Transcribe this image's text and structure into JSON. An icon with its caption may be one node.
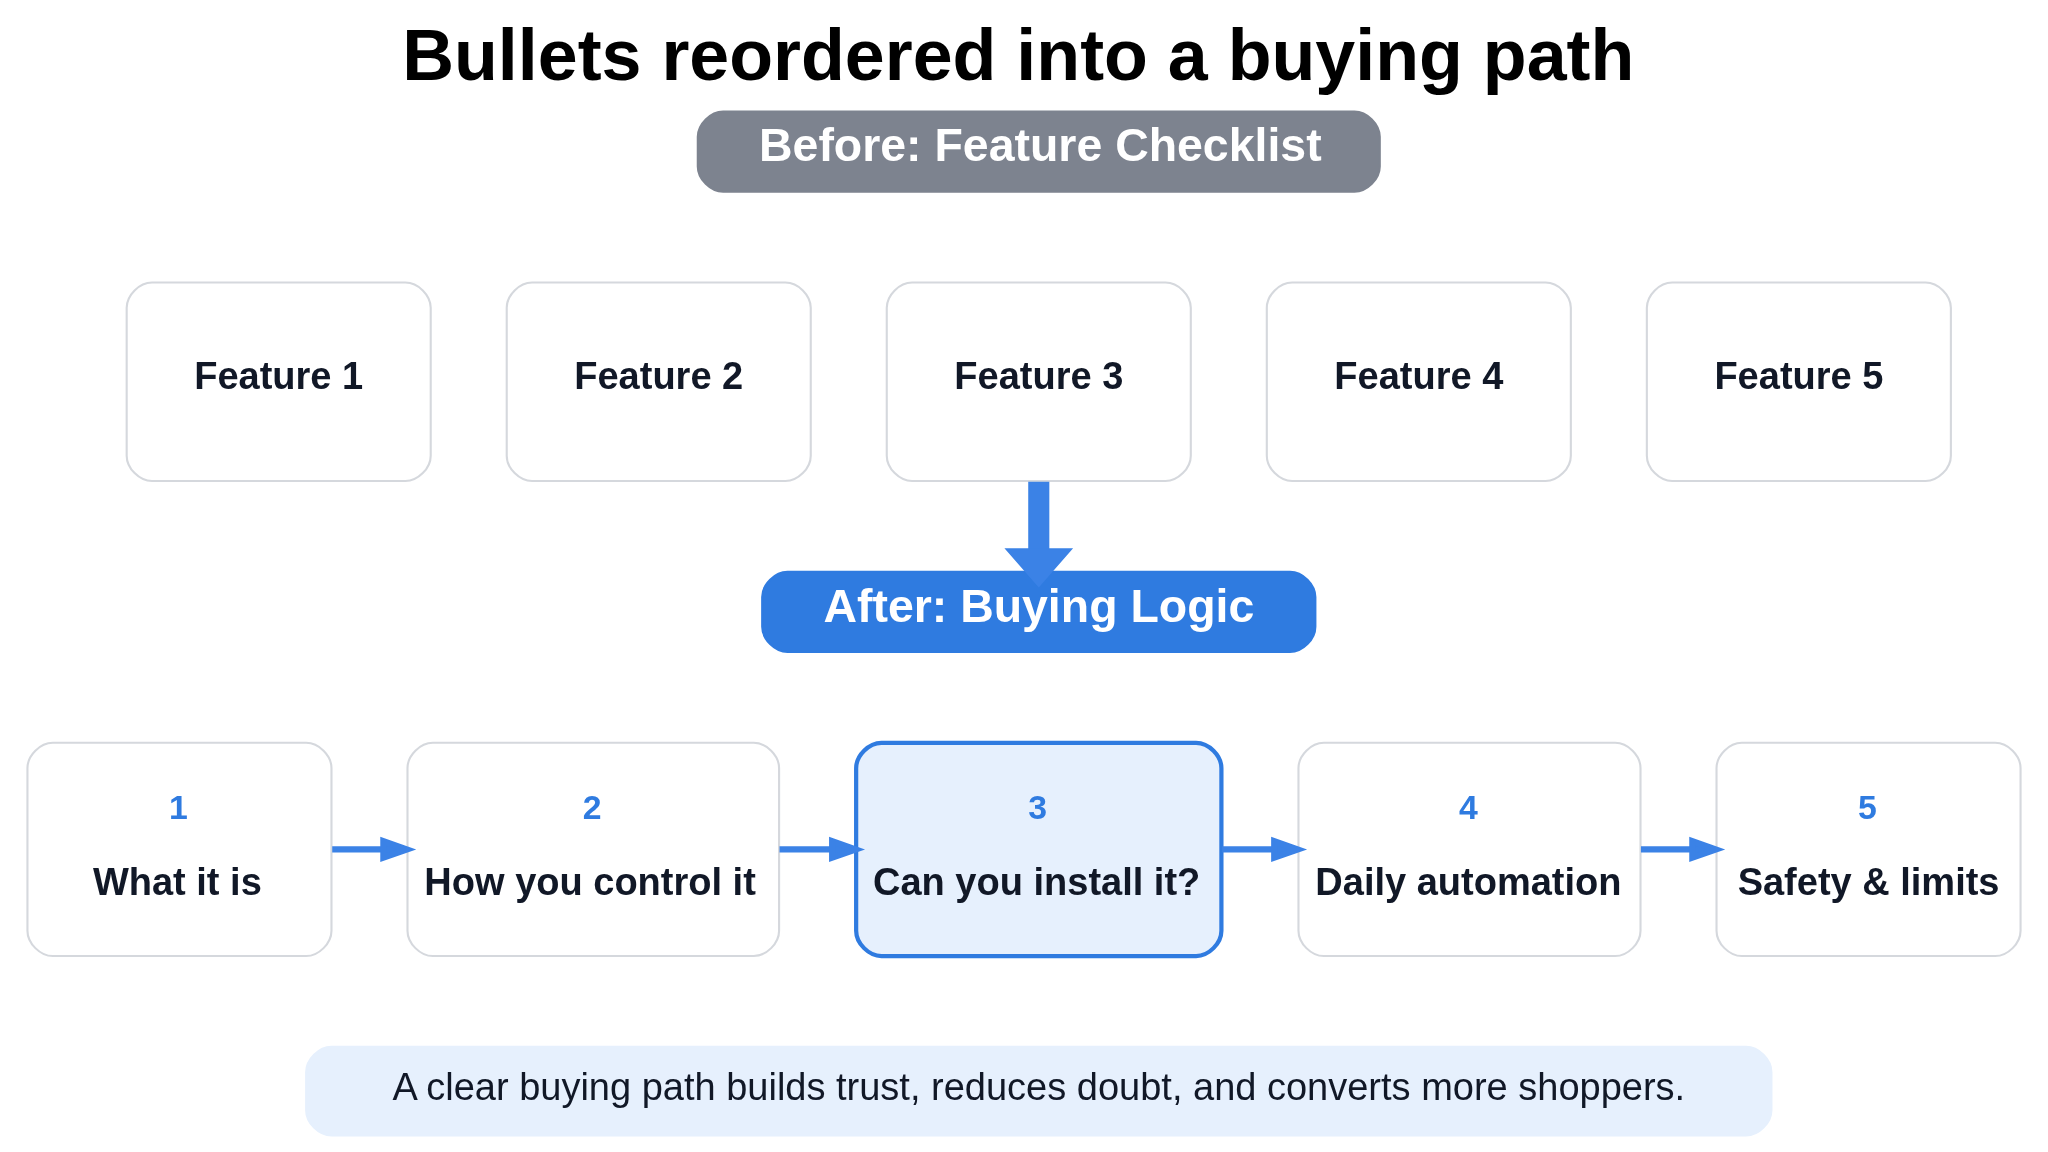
{
  "diagram": {
    "title": "Bullets reordered into a buying path",
    "nodes": [
      {
        "text": [
          "Before: Feature Checklist"
        ]
      },
      {
        "text": [
          "Feature 1"
        ]
      },
      {
        "text": [
          "Feature 2"
        ]
      },
      {
        "text": [
          "Feature 3"
        ]
      },
      {
        "text": [
          "Feature 4"
        ]
      },
      {
        "text": [
          "Feature 5"
        ]
      },
      {
        "text": [
          "After: Buying Logic"
        ]
      },
      {
        "text": [
          "1",
          "What it is"
        ]
      },
      {
        "text": [
          "2",
          "How you control it"
        ]
      },
      {
        "text": [
          "3",
          "Can you install it?"
        ]
      },
      {
        "text": [
          "4",
          "Daily automation"
        ]
      },
      {
        "text": [
          "5",
          "Safety & limits"
        ]
      }
    ],
    "edges": [
      {
        "from": 3,
        "to": 6,
        "arrow": "to",
        "style": "thick"
      },
      {
        "from": 7,
        "to": 8,
        "arrow": "to"
      },
      {
        "from": 8,
        "to": 9,
        "arrow": "to"
      },
      {
        "from": 9,
        "to": 10,
        "arrow": "to"
      },
      {
        "from": 10,
        "to": 11,
        "arrow": "to"
      }
    ],
    "labels": [
      "A clear buying path builds trust, reduces doubt, and converts more shoppers."
    ]
  }
}
